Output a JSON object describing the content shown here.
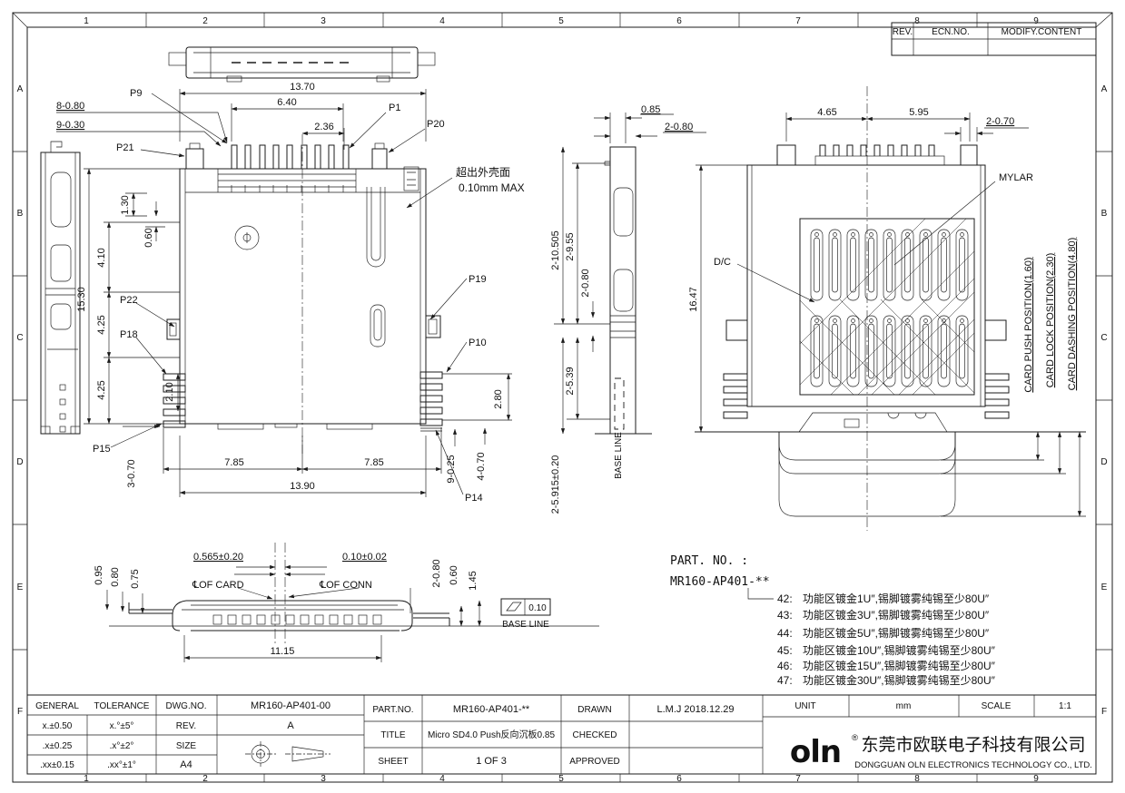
{
  "sheet": {
    "zones_cols": [
      "1",
      "2",
      "3",
      "4",
      "5",
      "6",
      "7",
      "8",
      "9"
    ],
    "zones_rows": [
      "A",
      "B",
      "C",
      "D",
      "E",
      "F"
    ]
  },
  "rev_table": {
    "rev": "REV.",
    "ecn": "ECN.NO.",
    "modify": "MODIFY.CONTENT"
  },
  "front_view": {
    "w1370": "13.70",
    "w640": "6.40",
    "w236": "2.36",
    "p8080": "8-0.80",
    "p9030": "9-0.30",
    "h1530": "15.30",
    "h410": "4.10",
    "h130": "1.30",
    "h060": "0.60",
    "h425a": "4.25",
    "h425b": "4.25",
    "h210": "2.10",
    "b785a": "7.85",
    "b785b": "7.85",
    "b1390": "13.90",
    "p3070": "3-0.70",
    "p9025": "9-0.25",
    "p4070": "4-0.70",
    "h280": "2.80",
    "p9": "P9",
    "p1": "P1",
    "p20": "P20",
    "p21": "P21",
    "p22": "P22",
    "p18": "P18",
    "p15": "P15",
    "p14": "P14",
    "p19": "P19",
    "p10": "P10",
    "note_line1": "超出外壳面",
    "note_line2": "0.10mm MAX"
  },
  "side_view": {
    "d085": "0.85",
    "d2080a": "2-0.80",
    "d210505": "2-10.505",
    "d2955": "2-9.55",
    "d2080b": "2-0.80",
    "d2539": "2-5.39",
    "d25915": "2-5.915±0.20",
    "base_line": "BASE LINE"
  },
  "rear_view": {
    "d465": "4.65",
    "d595": "5.95",
    "d2070": "2-0.70",
    "mylar": "MYLAR",
    "dc": "D/C",
    "h1647": "16.47",
    "card_push": "CARD PUSH POSITION(1.60)",
    "card_lock": "CARD LOCK POSITION(2.30)",
    "card_dash": "CARD DASHING POSITION(4.80)"
  },
  "section_view": {
    "d0565": "0.565±0.20",
    "cl_card": "℄OF CARD",
    "d010": "0.10±0.02",
    "cl_conn": "℄OF CONN",
    "d095": "0.95",
    "d080": "0.80",
    "d075": "0.75",
    "d2080": "2-0.80",
    "d060": "0.60",
    "d145": "1.45",
    "d1115": "11.15",
    "flat_tol": "0.10",
    "base_line": "BASE LINE"
  },
  "part_no_block": {
    "label": "PART. NO. :",
    "value": "MR160-AP401-**",
    "options": [
      {
        "code": "42:",
        "desc": "功能区镀金1U″,锡脚镀雾纯锡至少80U″"
      },
      {
        "code": "43:",
        "desc": "功能区镀金3U″,锡脚镀雾纯锡至少80U″"
      },
      {
        "code": "44:",
        "desc": "功能区镀金5U″,锡脚镀雾纯锡至少80U″"
      },
      {
        "code": "45:",
        "desc": "功能区镀金10U″,锡脚镀雾纯锡至少80U″"
      },
      {
        "code": "46:",
        "desc": "功能区镀金15U″,锡脚镀雾纯锡至少80U″"
      },
      {
        "code": "47:",
        "desc": "功能区镀金30U″,锡脚镀雾纯锡至少80U″"
      }
    ]
  },
  "title_block": {
    "general": "GENERAL",
    "tolerance": "TOLERANCE",
    "tol_rows": [
      [
        "x.±0.50",
        "x.°±5°"
      ],
      [
        ".x±0.25",
        ".x°±2°"
      ],
      [
        ".xx±0.15",
        ".xx°±1°"
      ]
    ],
    "dwg_no_label": "DWG.NO.",
    "dwg_no": "MR160-AP401-00",
    "rev_label": "REV.",
    "rev": "A",
    "size_label": "SIZE",
    "size": "A4",
    "part_no_label": "PART.NO.",
    "part_no": "MR160-AP401-**",
    "title_label": "TITLE",
    "title": "Micro SD4.0 Push反向沉板0.85",
    "sheet_label": "SHEET",
    "sheet": "1 OF 3",
    "drawn_label": "DRAWN",
    "drawn": "L.M.J 2018.12.29",
    "checked_label": "CHECKED",
    "checked": "",
    "approved_label": "APPROVED",
    "approved": "",
    "unit_label": "UNIT",
    "unit": "mm",
    "scale_label": "SCALE",
    "scale": "1:1",
    "logo": "oln",
    "logo_reg": "®",
    "company_cn": "东莞市欧联电子科技有限公司",
    "company_en": "DONGGUAN OLN ELECTRONICS TECHNOLOGY CO., LTD."
  }
}
